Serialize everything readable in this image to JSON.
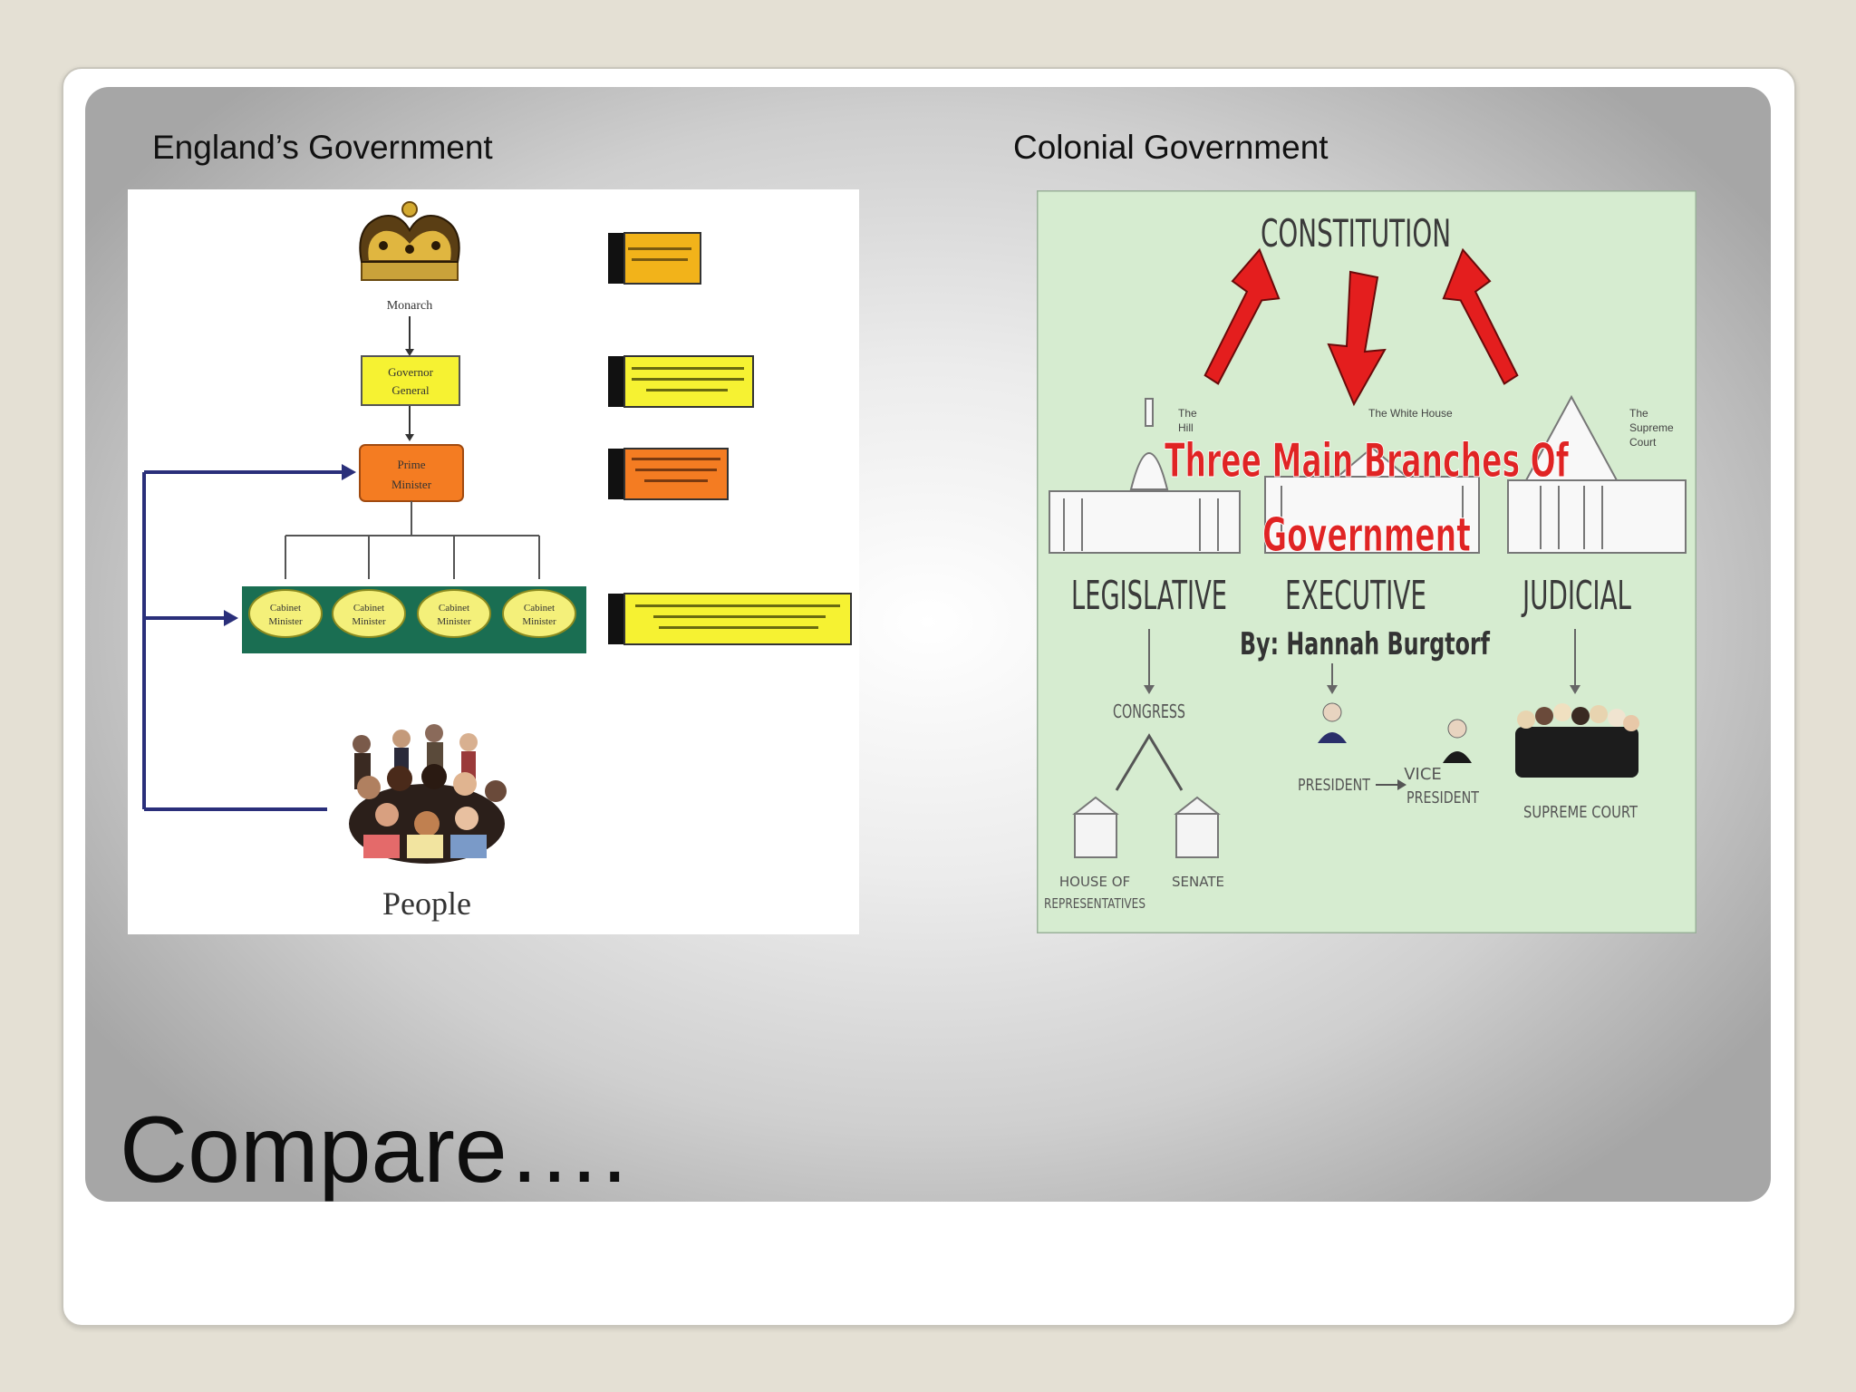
{
  "left_panel": {
    "caption": "England’s Government",
    "diagram": {
      "monarch_label": "Monarch",
      "governor_label_1": "Governor",
      "governor_label_2": "General",
      "pm_label_1": "Prime",
      "pm_label_2": "Minister",
      "cabinet_label_1": "Cabinet",
      "cabinet_label_2": "Minister",
      "people_label": "People"
    }
  },
  "right_panel": {
    "caption": "Colonial Government",
    "poster": {
      "constitution": "CONSTITUTION",
      "title_line_1": "Three Main Branches Of",
      "title_line_2": "Government",
      "author": "By: Hannah Burgtorf",
      "branch_legislative": "LEGISLATIVE",
      "branch_executive": "EXECUTIVE",
      "branch_judicial": "JUDICIAL",
      "congress": "CONGRESS",
      "house_1": "HOUSE OF",
      "house_2": "REPRESENTATIVES",
      "senate": "SENATE",
      "president": "PRESIDENT",
      "vice_1": "VICE",
      "vice_2": "PRESIDENT",
      "supreme_court": "SUPREME COURT",
      "white_house": "The White House",
      "capitol_1": "The",
      "capitol_2": "Hill",
      "court_1": "The",
      "court_2": "Supreme",
      "court_3": "Court"
    }
  },
  "slide_title": "Compare…."
}
